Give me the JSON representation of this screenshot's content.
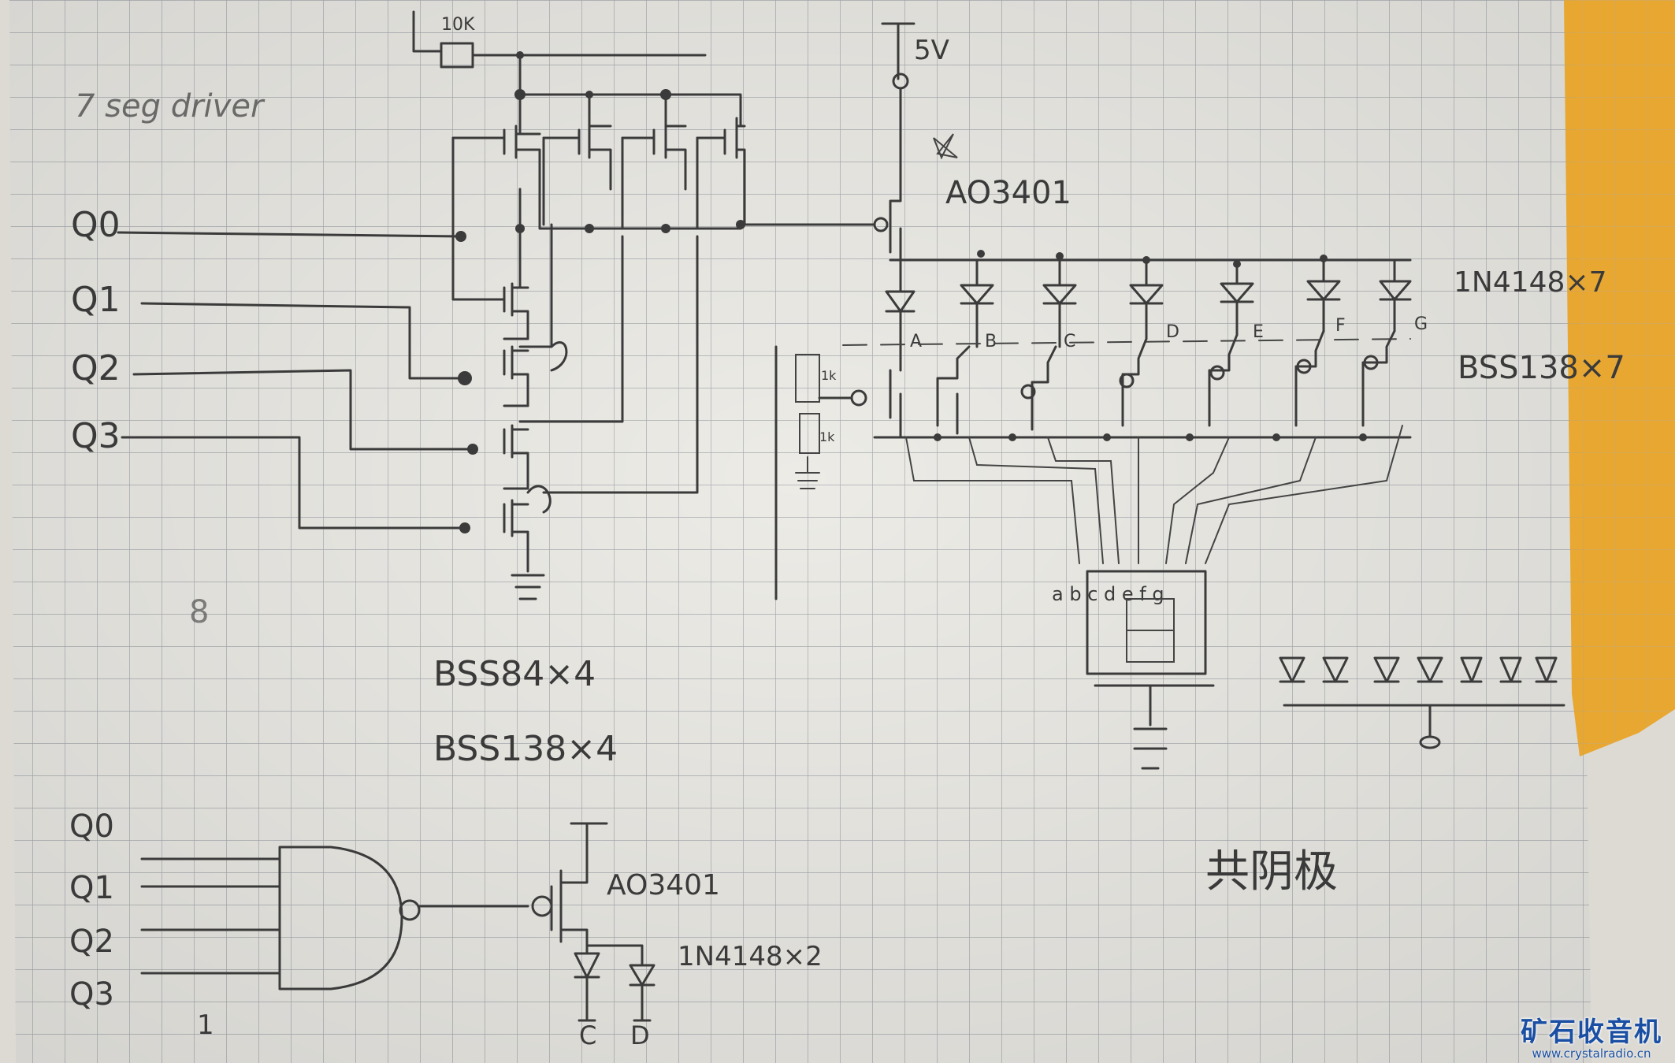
{
  "labels": {
    "title": "7 seg driver",
    "q0": "Q0",
    "q1": "Q1",
    "q2": "Q2",
    "q3": "Q3",
    "r10k": "10K",
    "v5": "5V",
    "ao3401_top": "AO3401",
    "diode_note": "1N4148×7",
    "bss138_note": "BSS138×7",
    "r1k_a": "1k",
    "r1k_b": "1k",
    "seg_a": "A",
    "seg_b": "B",
    "seg_c": "C",
    "seg_d": "D",
    "seg_e": "E",
    "seg_f": "F",
    "seg_g": "G",
    "display_pins": "a b c d e f g",
    "eight": "8",
    "bss84_count": "BSS84×4",
    "bss138_count": "BSS138×4",
    "nq0": "Q0",
    "nq1": "Q1",
    "nq2": "Q2",
    "nq3": "Q3",
    "one": "1",
    "ao3401_bottom": "AO3401",
    "diode_note_bottom": "1N4148×2",
    "out_c": "C",
    "out_d": "D",
    "common_cathode": "共阴极"
  },
  "watermark": {
    "name": "矿石收音机",
    "url": "www.crystalradio.cn"
  },
  "colors": {
    "paper": "#ecebe6",
    "grid": "#a9adb2",
    "ink": "#3b3b3b",
    "tape": "#e8a323",
    "watermark": "#1a4fa3"
  }
}
